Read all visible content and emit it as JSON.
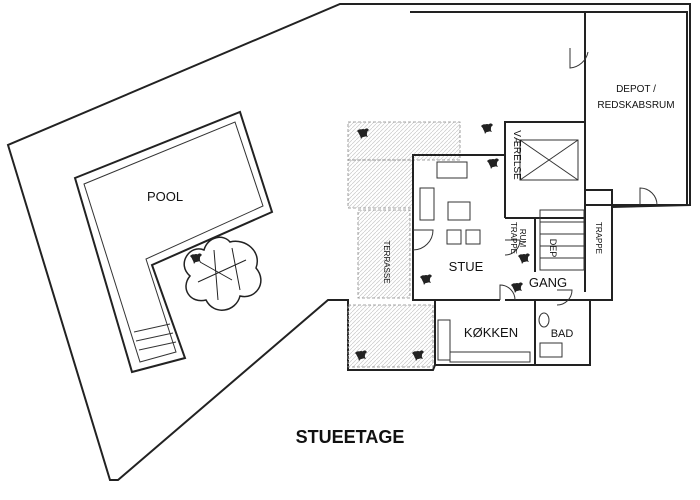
{
  "drawing_title": "STUEETAGE",
  "rooms": {
    "pool": "POOL",
    "depot_line1": "DEPOT /",
    "depot_line2": "REDSKABSRUM",
    "vaerelse": "VÆRELSE",
    "trapperum_line1": "TRAPPE",
    "trapperum_line2": "RUM",
    "trappe": "TRAPPE",
    "terrasse": "TERRASSE",
    "stue": "STUE",
    "dep": "DEP",
    "gang": "GANG",
    "koekken": "KØKKEN",
    "bad": "BAD"
  },
  "colors": {
    "line": "#222222",
    "terrace_hatch": "#bdbdbd",
    "background": "#ffffff"
  },
  "icons": [
    "plant-icon",
    "tree-icon",
    "sofa-icon",
    "table-icon",
    "bed-icon",
    "stair-icon",
    "door-arc-icon"
  ]
}
